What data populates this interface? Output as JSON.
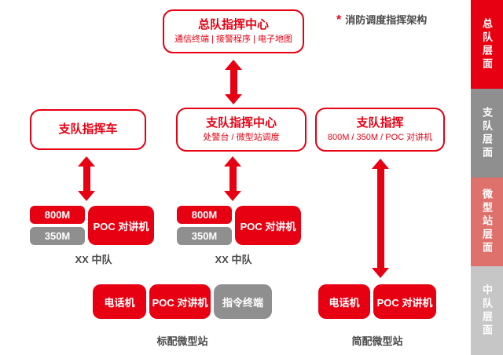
{
  "note": {
    "asterisk": "*",
    "text": "消防调度指挥架构"
  },
  "sidebar": {
    "items": [
      {
        "label": "总队层面",
        "color": "#e60012"
      },
      {
        "label": "支队层面",
        "color": "#8f8f8f"
      },
      {
        "label": "微型站层面",
        "color": "#de716b"
      },
      {
        "label": "中队层面",
        "color": "#c6c6c6"
      }
    ]
  },
  "nodes": {
    "headquarters": {
      "title": "总队指挥中心",
      "subtitle": "通信终端 | 接警程序 | 电子地图"
    },
    "command_vehicle": {
      "title": "支队指挥车"
    },
    "detachment_center": {
      "title": "支队指挥中心",
      "subtitle": "处警台 / 微型站调度"
    },
    "detachment_command": {
      "title": "支队指挥",
      "subtitle": "800M / 350M / POC 对讲机"
    }
  },
  "squads": [
    {
      "radio_800": "800M",
      "radio_350": "350M",
      "poc": "POC 对讲机",
      "label": "XX 中队"
    },
    {
      "radio_800": "800M",
      "radio_350": "350M",
      "poc": "POC 对讲机",
      "label": "XX 中队"
    }
  ],
  "stations": {
    "standard": {
      "phone": "电话机",
      "poc": "POC 对讲机",
      "terminal": "指令终端",
      "label": "标配微型站"
    },
    "simple": {
      "phone": "电话机",
      "poc": "POC 对讲机",
      "label": "简配微型站"
    }
  },
  "colors": {
    "accent_red": "#e60012",
    "gray": "#8f8f8f"
  }
}
